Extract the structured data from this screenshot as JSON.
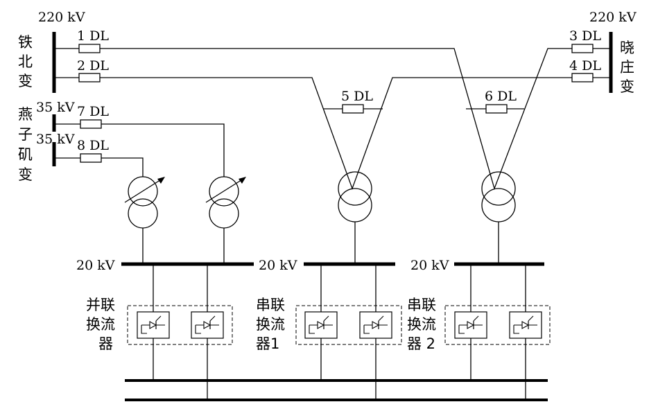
{
  "substations": {
    "tiebei": {
      "voltage": "220 kV",
      "name": [
        "铁",
        "北",
        "变"
      ]
    },
    "xiaozhuang": {
      "voltage": "220 kV",
      "name": [
        "晓",
        "庄",
        "变"
      ]
    },
    "yanziji": {
      "voltage_1": "35 kV",
      "voltage_2": "35 kV",
      "name": [
        "燕",
        "子",
        "矶",
        "变"
      ]
    }
  },
  "breakers": {
    "dl1": "1 DL",
    "dl2": "2 DL",
    "dl3": "3 DL",
    "dl4": "4 DL",
    "dl5": "5 DL",
    "dl6": "6 DL",
    "dl7": "7 DL",
    "dl8": "8 DL"
  },
  "buses_20kv": {
    "left": "20 kV",
    "middle": "20 kV",
    "right": "20 kV"
  },
  "converters": {
    "parallel": [
      "并联",
      "换流",
      "器"
    ],
    "series_1": [
      "串联",
      "换流",
      "器1"
    ],
    "series_2": [
      "串联",
      "换流",
      "器 2"
    ]
  }
}
